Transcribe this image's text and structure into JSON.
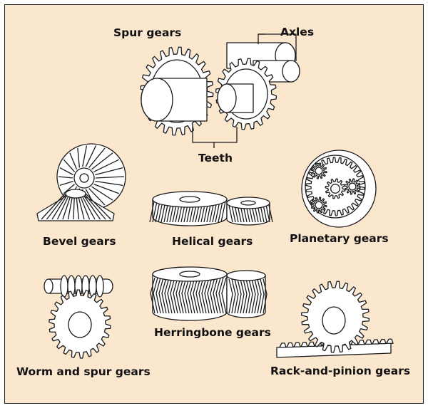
{
  "labels": {
    "spur": "Spur gears",
    "axles": "Axles",
    "teeth": "Teeth",
    "bevel": "Bevel gears",
    "helical": "Helical gears",
    "planetary": "Planetary gears",
    "worm": "Worm and spur gears",
    "herringbone": "Herringbone gears",
    "rack": "Rack-and-pinion gears"
  },
  "colors": {
    "background": "#fbe6ce",
    "gear_fill": "#ffffff",
    "line": "#1a1a1a"
  }
}
